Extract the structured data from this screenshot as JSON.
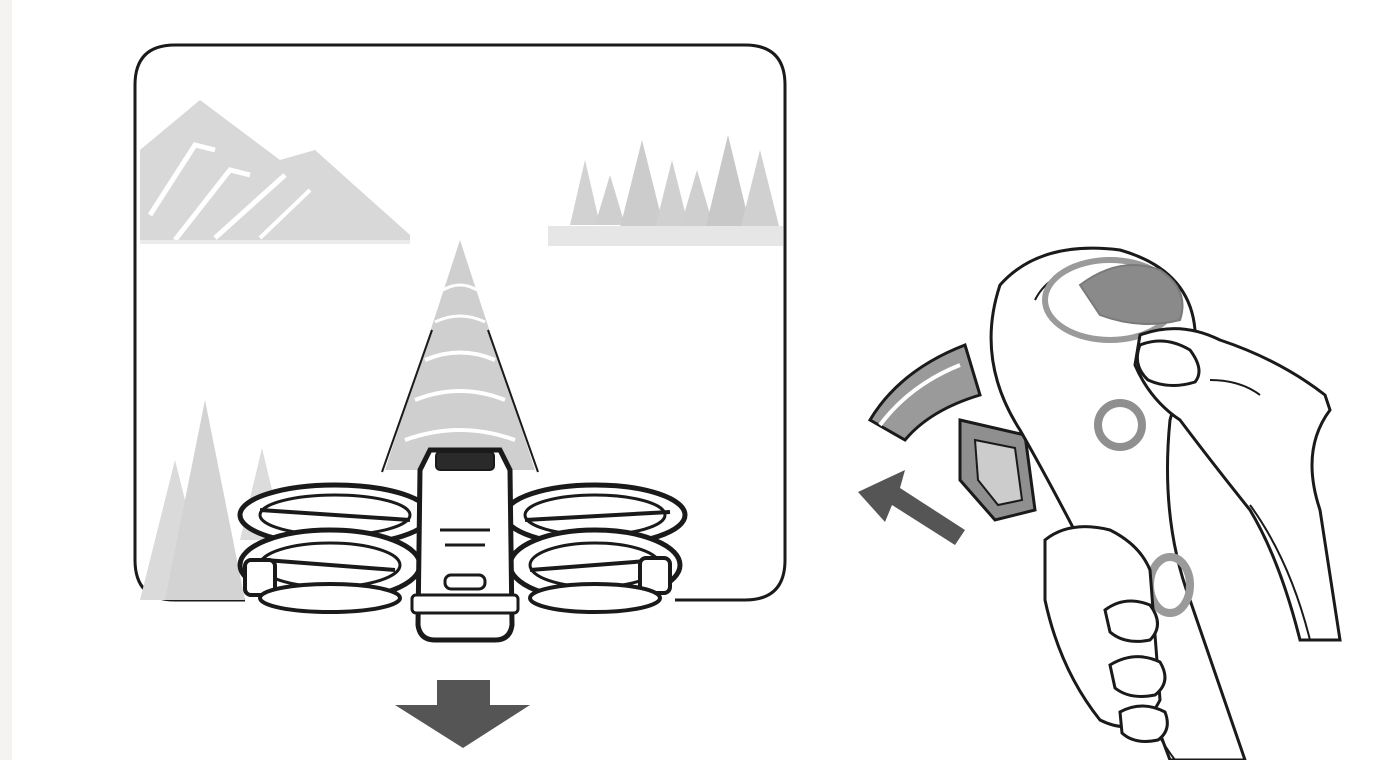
{
  "figure": {
    "panels": [
      {
        "id": "camera-view",
        "content": [
          "mountain",
          "tree-line",
          "flight-path",
          "drone"
        ]
      },
      {
        "id": "controller-hand",
        "content": [
          "motion-controller",
          "trigger",
          "hand"
        ]
      }
    ],
    "arrows": [
      {
        "id": "drone-direction",
        "icon": "down-arrow-icon",
        "meaning": "descend"
      },
      {
        "id": "trigger-press",
        "icon": "up-left-arrow-icon",
        "meaning": "press backward"
      }
    ]
  },
  "colors": {
    "outline": "#1a1a1a",
    "light_gray": "#d6d6d6",
    "mid_gray": "#bdbdbd",
    "arrow_gray": "#555555",
    "highlight_gray": "#9a9a9a",
    "background": "#ffffff"
  }
}
